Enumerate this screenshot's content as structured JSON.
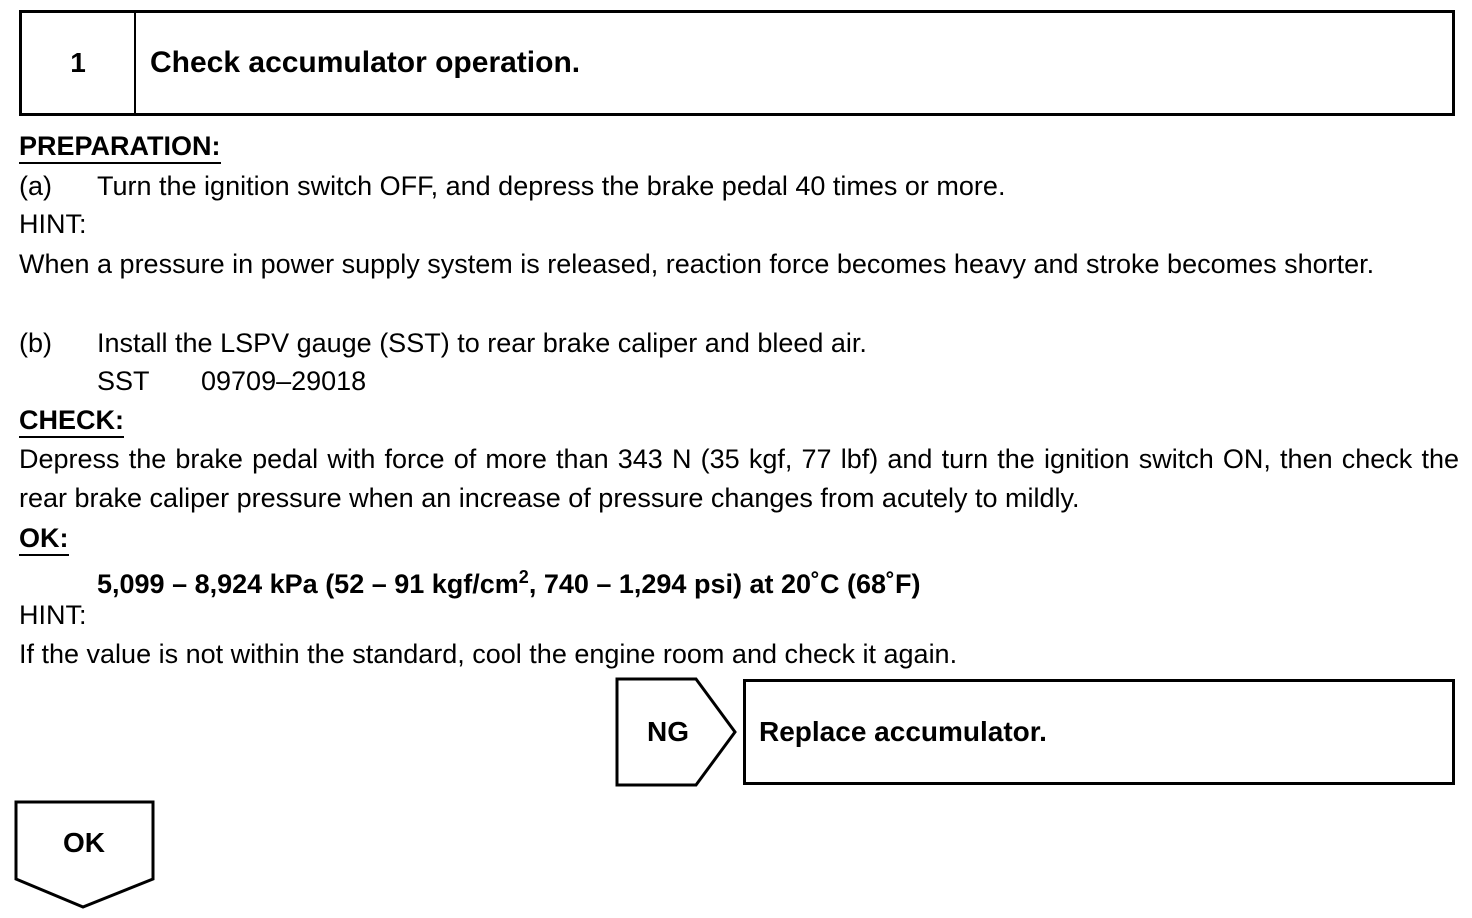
{
  "step": {
    "number": "1",
    "title": "Check accumulator operation."
  },
  "preparation": {
    "heading": "PREPARATION:",
    "item_a_label": "(a)",
    "item_a_text": "Turn the ignition switch OFF, and depress the brake pedal 40 times or more.",
    "hint_label": "HINT:",
    "hint_text": "When a pressure in power supply system is released, reaction force becomes heavy and stroke becomes shorter.",
    "item_b_label": "(b)",
    "item_b_text": "Install the LSPV gauge (SST) to rear brake caliper and bleed air.",
    "sst_label": "SST",
    "sst_number": "09709–29018"
  },
  "check": {
    "heading": "CHECK:",
    "text": "Depress the brake pedal with force of more than 343 N (35 kgf, 77 lbf) and turn the ignition switch ON, then check the rear brake caliper pressure when an increase of pressure changes from acutely to mildly."
  },
  "ok_spec": {
    "heading": "OK:",
    "part1": "5,099 – 8,924 kPa (52 – 91 kgf/cm",
    "superscript": "2",
    "part2": ", 740 – 1,294 psi) at 20˚C (68˚F)"
  },
  "hint2": {
    "label": "HINT:",
    "text": "If the value is not within the standard, cool the engine room and check it again."
  },
  "ng_flow": {
    "label": "NG",
    "action": "Replace accumulator."
  },
  "ok_flow": {
    "label": "OK"
  }
}
